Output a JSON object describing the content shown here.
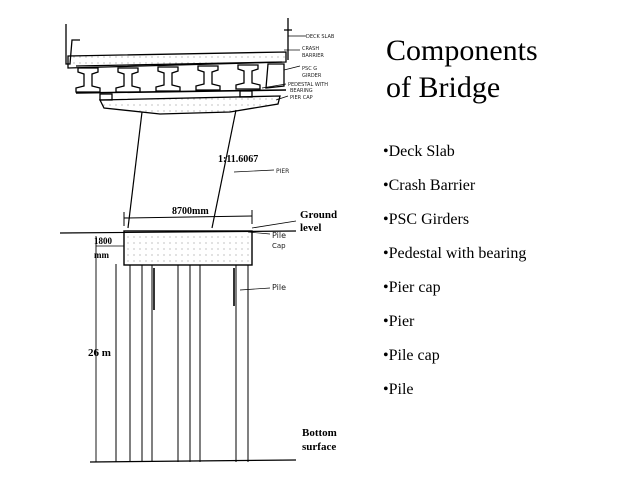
{
  "slide": {
    "title_line1": "Components",
    "title_line2": "of Bridge",
    "bullets": [
      "•Deck Slab",
      "•Crash Barrier",
      "•PSC  Girders",
      "•Pedestal with bearing",
      "•Pier cap",
      "•Pier",
      "•Pile cap",
      "•Pile"
    ]
  },
  "drawing": {
    "slope_label": "1:11.6067",
    "width_label": "8700mm",
    "ground_label_1": "Ground",
    "ground_label_2": "level",
    "height_label_1": "1800",
    "height_label_2": "mm",
    "pile_length_label": "26 m",
    "bottom_label_1": "Bottom",
    "bottom_label_2": "surface",
    "callouts": {
      "deck_slab": "DECK SLAB",
      "crash_barrier_1": "CRASH",
      "crash_barrier_2": "BARRIER",
      "psc_girder_1": "PSC G",
      "psc_girder_2": "GIRDER",
      "pedestal_1": "PEDESTAL WITH",
      "pedestal_2": "BEARING",
      "pier_cap": "PIER CAP",
      "pier": "PIER",
      "pile_cap_1": "Pile",
      "pile_cap_2": "Cap",
      "pile": "Pile"
    }
  }
}
